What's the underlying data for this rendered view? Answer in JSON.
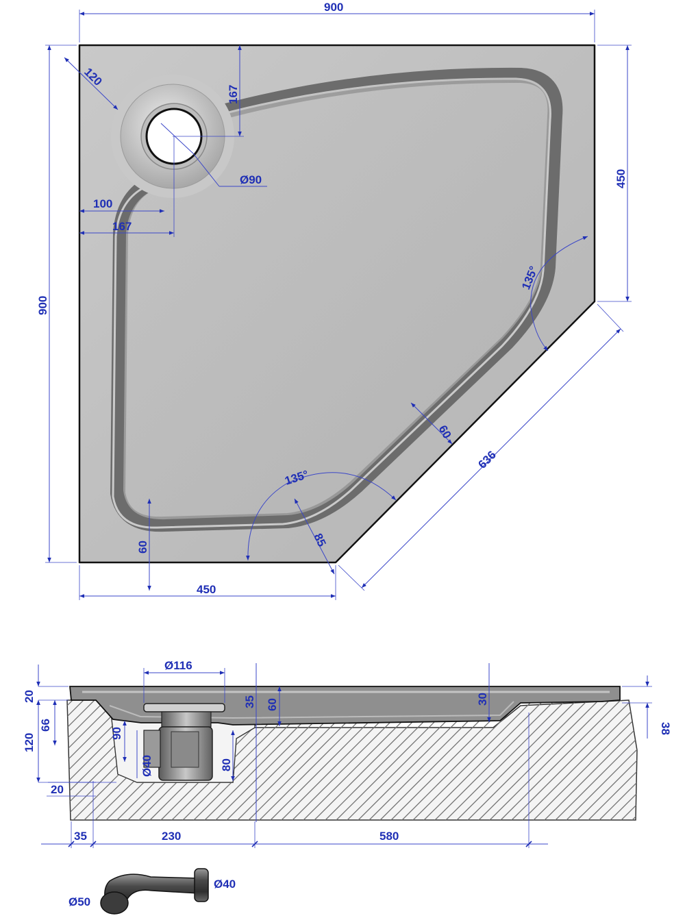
{
  "plan": {
    "width_top": "900",
    "height_left": "900",
    "right_straight": "450",
    "bottom_straight": "450",
    "diagonal": "636",
    "drain_diameter": "Ø90",
    "drain_offset_diag": "120",
    "drain_offset_top": "167",
    "drain_offset_left_a": "100",
    "drain_offset_left_b": "167",
    "angle_right": "135°",
    "angle_bottom": "135°",
    "rim_width_diag": "60",
    "rim_width_bottom": "60",
    "rim_corner": "85"
  },
  "section": {
    "waste_diameter": "Ø116",
    "top_thickness": "20",
    "rim_depth": "35",
    "inner_depth_a": "60",
    "inner_depth_b": "30",
    "right_edge": "38",
    "left_66": "66",
    "left_120": "120",
    "left_20": "20",
    "trap_90": "90",
    "trap_80": "80",
    "outlet_diameter": "Ø40",
    "bottom_35": "35",
    "bottom_230": "230",
    "bottom_580": "580"
  },
  "pipe": {
    "outer_diameter": "Ø50",
    "inner_diameter": "Ø40"
  }
}
